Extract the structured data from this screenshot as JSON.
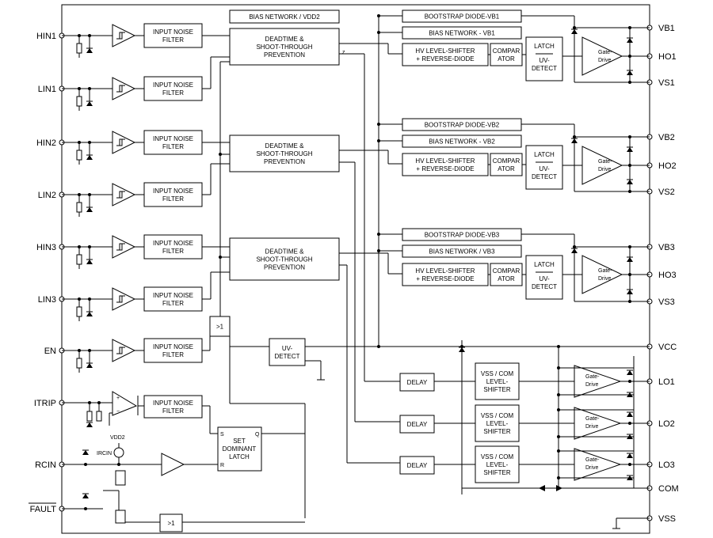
{
  "pins_left": [
    "HIN1",
    "LIN1",
    "HIN2",
    "LIN2",
    "HIN3",
    "LIN3",
    "EN",
    "ITRIP",
    "RCIN",
    "FAULT"
  ],
  "pins_right": [
    "VB1",
    "HO1",
    "VS1",
    "VB2",
    "HO2",
    "VS2",
    "VB3",
    "HO3",
    "VS3",
    "VCC",
    "LO1",
    "LO2",
    "LO3",
    "COM",
    "VSS"
  ],
  "labels": {
    "input_noise_filter": [
      "INPUT NOISE",
      "FILTER"
    ],
    "bias_vdd2": "BIAS NETWORK / VDD2",
    "deadtime": [
      "DEADTIME &",
      "SHOOT-THROUGH",
      "PREVENTION"
    ],
    "bootstrap": [
      "BOOTSTRAP DIODE-VB1",
      "BOOTSTRAP DIODE-VB2",
      "BOOTSTRAP DIODE-VB3"
    ],
    "bias_vb": [
      "BIAS NETWORK - VB1",
      "BIAS NETWORK - VB2",
      "BIAS NETWORK / VB3"
    ],
    "hv_shifter": [
      "HV LEVEL-SHIFTER",
      "+ REVERSE-DIODE"
    ],
    "comparator": [
      "COMPAR",
      "ATOR"
    ],
    "latch": "LATCH",
    "uv_detect": [
      "UV-",
      "DETECT"
    ],
    "gate_drive": [
      "Gate-",
      "Drive"
    ],
    "or_gate": ">1",
    "uv_detect_main": [
      "UV-",
      "DETECT"
    ],
    "delay": "DELAY",
    "vss_com": [
      "VSS / COM",
      "LEVEL-",
      "SHIFTER"
    ],
    "set_latch": [
      "SET",
      "DOMINANT",
      "LATCH"
    ],
    "latch_s": "S",
    "latch_q": "Q",
    "latch_r": "R",
    "vdd2": "VDD2",
    "ircin": "IRCIN",
    "z": "z",
    "plus": "+",
    "minus": "−"
  },
  "colors": {
    "line": "#000000",
    "background": "#ffffff"
  }
}
